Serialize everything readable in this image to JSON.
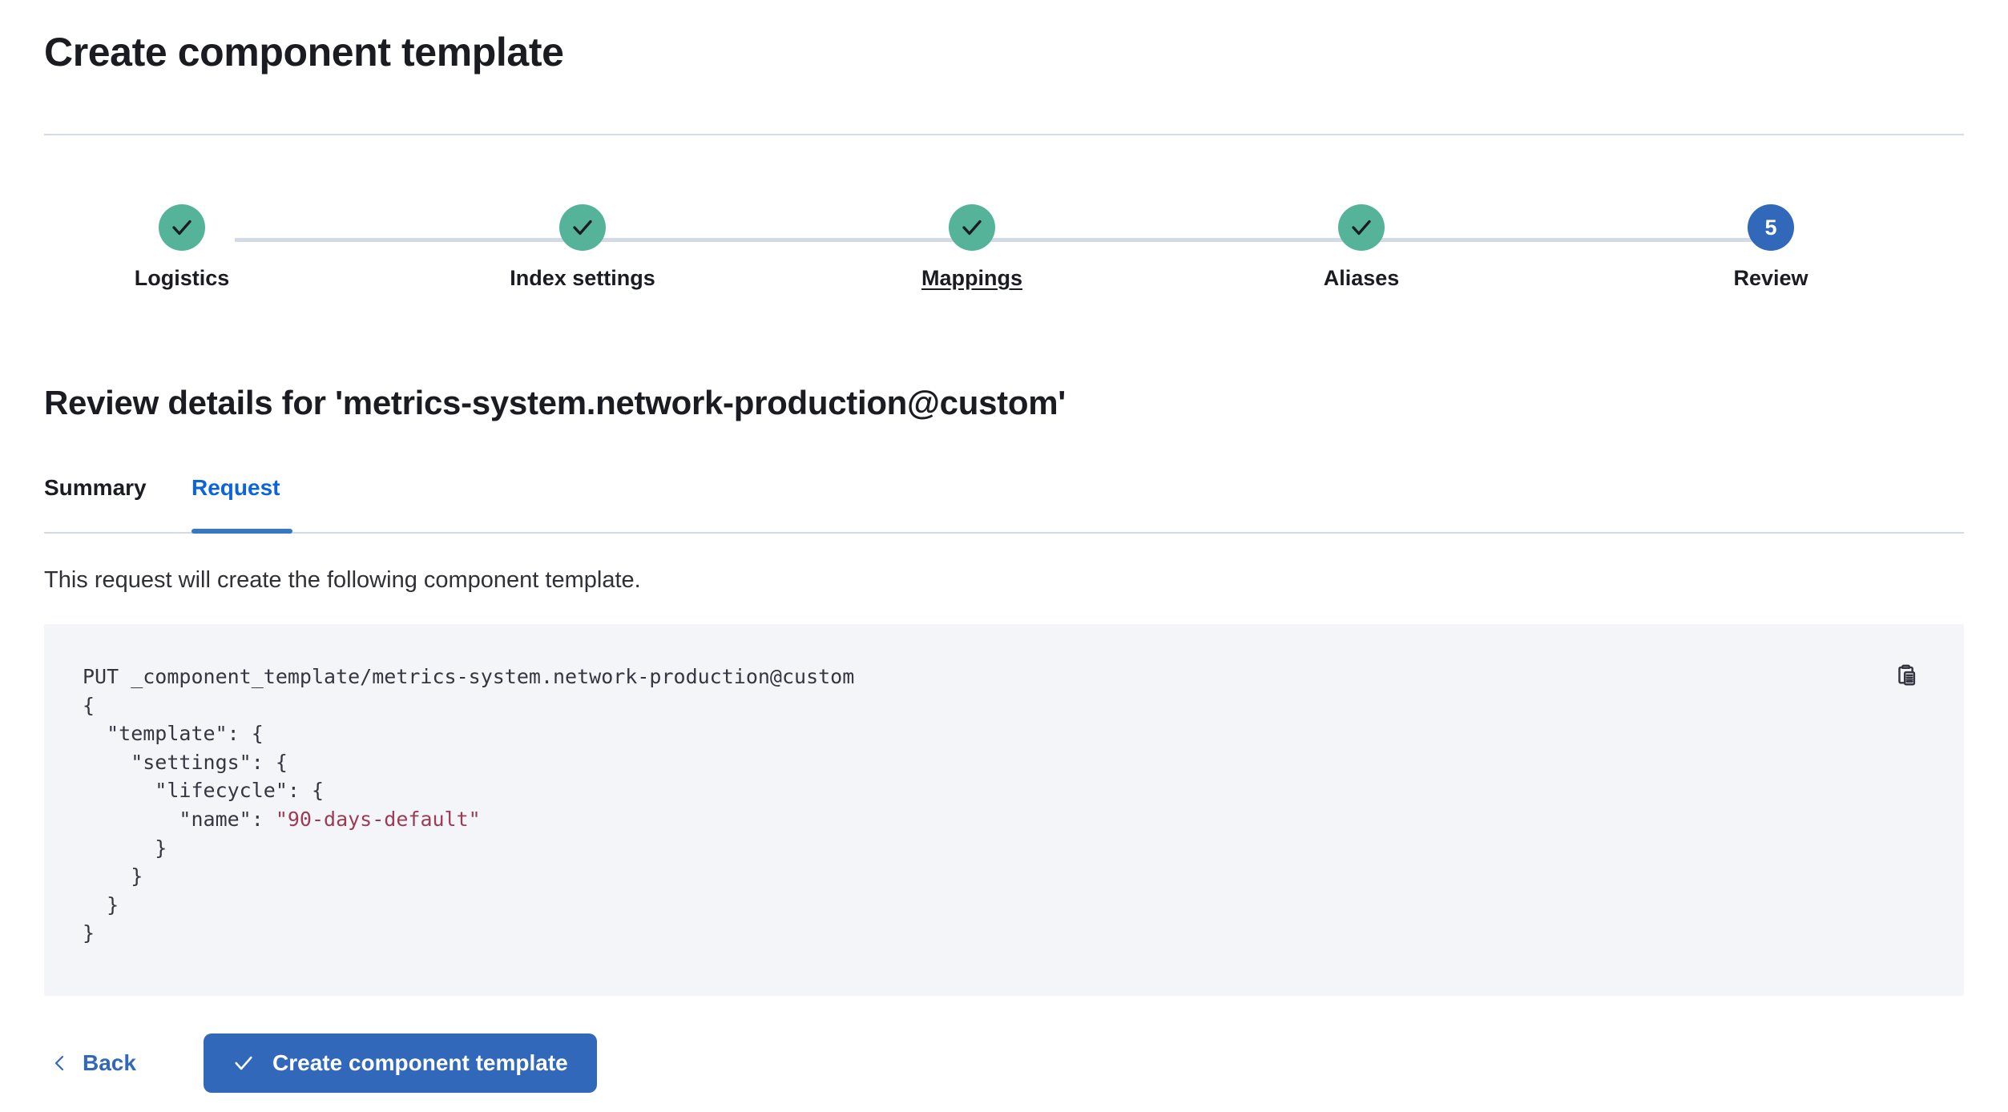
{
  "header": {
    "title": "Create component template"
  },
  "steps": {
    "items": [
      {
        "label": "Logistics",
        "state": "complete",
        "number": "1",
        "icon": "check-icon",
        "hovered": false
      },
      {
        "label": "Index settings",
        "state": "complete",
        "number": "2",
        "icon": "check-icon",
        "hovered": false
      },
      {
        "label": "Mappings",
        "state": "complete",
        "number": "3",
        "icon": "check-icon",
        "hovered": true
      },
      {
        "label": "Aliases",
        "state": "complete",
        "number": "4",
        "icon": "check-icon",
        "hovered": false
      },
      {
        "label": "Review",
        "state": "current",
        "number": "5",
        "icon": "step-number-5",
        "hovered": false
      }
    ]
  },
  "review": {
    "heading": "Review details for 'metrics-system.network-production@custom'"
  },
  "tabs": {
    "summary_label": "Summary",
    "request_label": "Request",
    "active": "Request"
  },
  "request": {
    "description": "This request will create the following component template.",
    "method_and_path": "PUT _component_template/metrics-system.network-production@custom",
    "body_lines": [
      "{",
      "  \"template\": {",
      "    \"settings\": {",
      "      \"lifecycle\": {",
      "        \"name\": ",
      "      }",
      "    }",
      "  }",
      "}"
    ],
    "lifecycle_name_value": "\"90-days-default\"",
    "copy_icon": "copy-clipboard-icon"
  },
  "actions": {
    "back_label": "Back",
    "back_icon": "chevron-left-icon",
    "submit_label": "Create component template",
    "submit_icon": "check-icon"
  },
  "colors": {
    "complete_step": "#54b399",
    "current_step": "#3268ba",
    "rail": "#d3dae6",
    "accent_link": "#0b64dd",
    "primary_button": "#3268ba",
    "code_background": "#f4f5f9",
    "code_text": "#343741",
    "code_string": "#9c3b54"
  }
}
